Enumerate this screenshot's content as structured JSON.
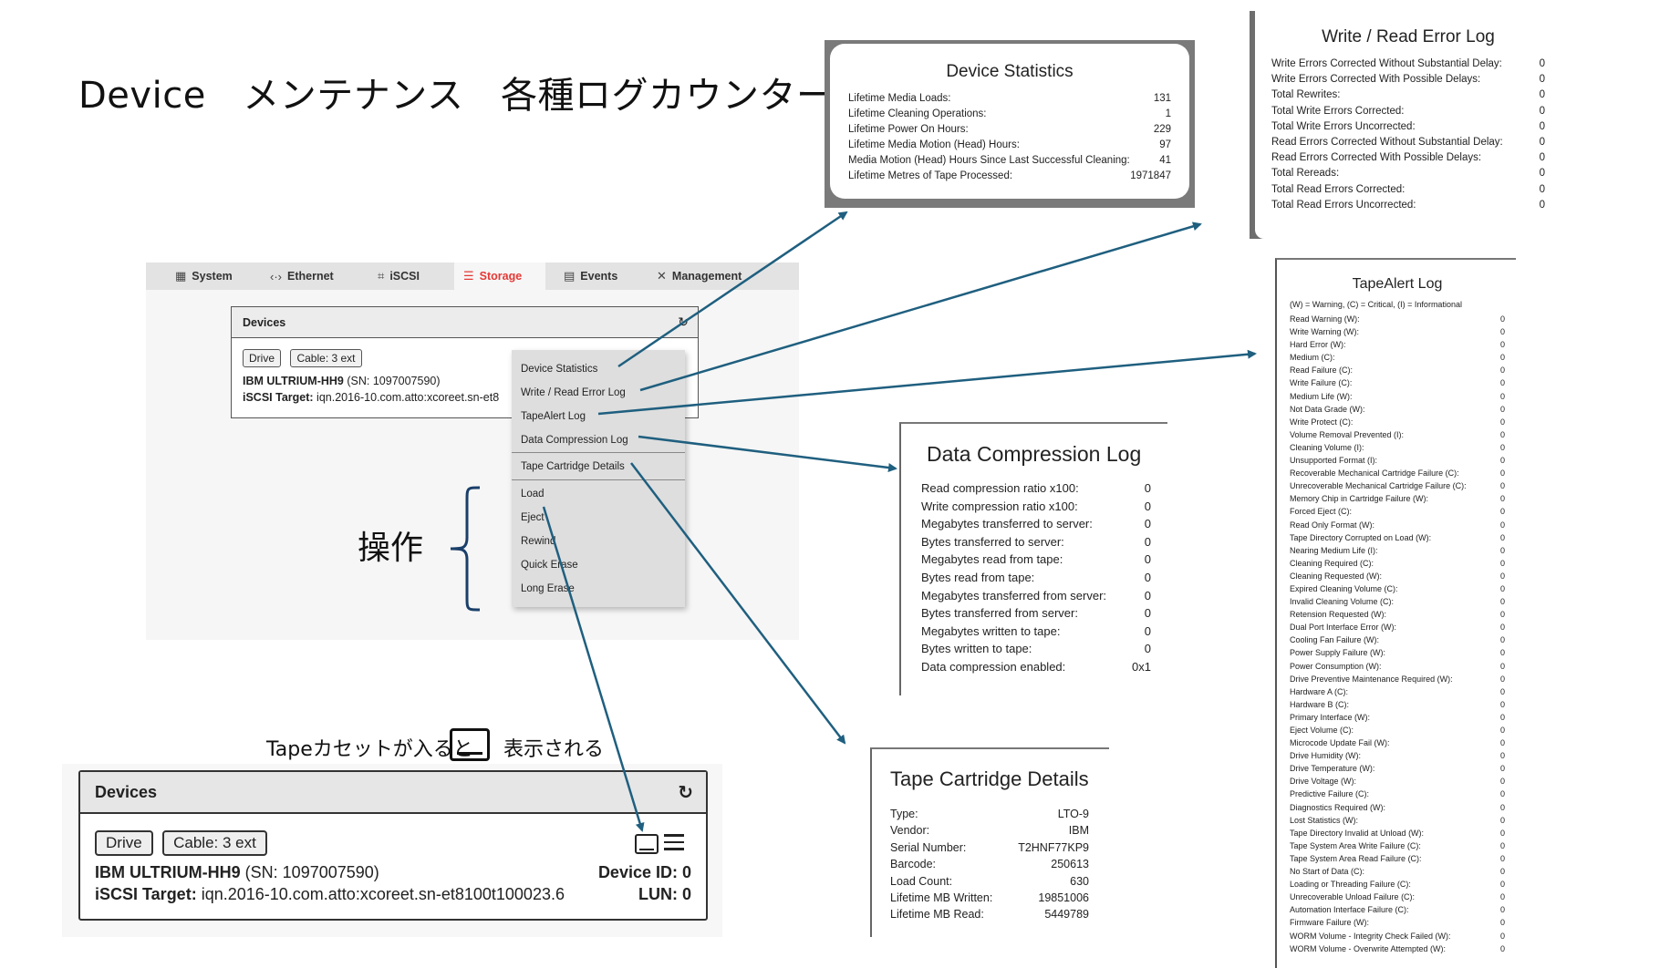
{
  "page_title": "Device　メンテナンス　各種ログカウンター",
  "nav": {
    "tabs": [
      {
        "label": "System",
        "icon": "system-icon"
      },
      {
        "label": "Ethernet",
        "icon": "ethernet-icon"
      },
      {
        "label": "iSCSI",
        "icon": "iscsi-icon"
      },
      {
        "label": "Storage",
        "icon": "storage-icon",
        "active": true
      },
      {
        "label": "Events",
        "icon": "events-icon"
      },
      {
        "label": "Management",
        "icon": "management-icon"
      }
    ]
  },
  "devices_small": {
    "title": "Devices",
    "chip_drive": "Drive",
    "chip_cable": "Cable: 3 ext",
    "model": "IBM ULTRIUM-HH9",
    "serial": "(SN: 1097007590)",
    "target_label": "iSCSI Target:",
    "target_value": "iqn.2016-10.com.atto:xcoreet.sn-et8"
  },
  "menu": {
    "items": [
      "Device Statistics",
      "Write / Read Error Log",
      "TapeAlert Log",
      "Data Compression Log"
    ],
    "cartridge": "Tape Cartridge Details",
    "operations": [
      "Load",
      "Eject",
      "Rewind",
      "Quick Erase",
      "Long Erase"
    ]
  },
  "operations_label": "操作",
  "tape_notice": {
    "before": "Tapeカセットが入ると",
    "after": "表示される"
  },
  "devices_big": {
    "title": "Devices",
    "chip_drive": "Drive",
    "chip_cable": "Cable: 3 ext",
    "model": "IBM ULTRIUM-HH9",
    "serial": "(SN: 1097007590)",
    "target_label": "iSCSI Target:",
    "target_value": "iqn.2016-10.com.atto:xcoreet.sn-et8100t100023.6",
    "device_id": "Device ID: 0",
    "lun": "LUN: 0"
  },
  "device_statistics": {
    "title": "Device Statistics",
    "rows": [
      {
        "label": "Lifetime Media Loads:",
        "value": "131"
      },
      {
        "label": "Lifetime Cleaning Operations:",
        "value": "1"
      },
      {
        "label": "Lifetime Power On Hours:",
        "value": "229"
      },
      {
        "label": "Lifetime Media Motion (Head) Hours:",
        "value": "97"
      },
      {
        "label": "Media Motion (Head) Hours Since Last Successful Cleaning:",
        "value": "41"
      },
      {
        "label": "Lifetime Metres of Tape Processed:",
        "value": "1971847"
      }
    ]
  },
  "write_read_error_log": {
    "title": "Write / Read Error Log",
    "rows": [
      {
        "label": "Write Errors Corrected Without Substantial Delay:",
        "value": "0"
      },
      {
        "label": "Write Errors Corrected With Possible Delays:",
        "value": "0"
      },
      {
        "label": "Total Rewrites:",
        "value": "0"
      },
      {
        "label": "Total Write Errors Corrected:",
        "value": "0"
      },
      {
        "label": "Total Write Errors Uncorrected:",
        "value": "0"
      },
      {
        "label": "Read Errors Corrected Without Substantial Delay:",
        "value": "0"
      },
      {
        "label": "Read Errors Corrected With Possible Delays:",
        "value": "0"
      },
      {
        "label": "Total Rereads:",
        "value": "0"
      },
      {
        "label": "Total Read Errors Corrected:",
        "value": "0"
      },
      {
        "label": "Total Read Errors Uncorrected:",
        "value": "0"
      }
    ]
  },
  "tapealert_log": {
    "title": "TapeAlert Log",
    "legend": "(W) = Warning, (C) = Critical, (I) = Informational",
    "rows": [
      {
        "label": "Read Warning (W):",
        "value": "0"
      },
      {
        "label": "Write Warning (W):",
        "value": "0"
      },
      {
        "label": "Hard Error (W):",
        "value": "0"
      },
      {
        "label": "Medium (C):",
        "value": "0"
      },
      {
        "label": "Read Failure (C):",
        "value": "0"
      },
      {
        "label": "Write Failure (C):",
        "value": "0"
      },
      {
        "label": "Medium Life (W):",
        "value": "0"
      },
      {
        "label": "Not Data Grade (W):",
        "value": "0"
      },
      {
        "label": "Write Protect (C):",
        "value": "0"
      },
      {
        "label": "Volume Removal Prevented (I):",
        "value": "0"
      },
      {
        "label": "Cleaning Volume (I):",
        "value": "0"
      },
      {
        "label": "Unsupported Format (I):",
        "value": "0"
      },
      {
        "label": "Recoverable Mechanical Cartridge Failure (C):",
        "value": "0"
      },
      {
        "label": "Unrecoverable Mechanical Cartridge Failure (C):",
        "value": "0"
      },
      {
        "label": "Memory Chip in Cartridge Failure (W):",
        "value": "0"
      },
      {
        "label": "Forced Eject (C):",
        "value": "0"
      },
      {
        "label": "Read Only Format (W):",
        "value": "0"
      },
      {
        "label": "Tape Directory Corrupted on Load (W):",
        "value": "0"
      },
      {
        "label": "Nearing Medium Life (I):",
        "value": "0"
      },
      {
        "label": "Cleaning Required (C):",
        "value": "0"
      },
      {
        "label": "Cleaning Requested (W):",
        "value": "0"
      },
      {
        "label": "Expired Cleaning Volume (C):",
        "value": "0"
      },
      {
        "label": "Invalid Cleaning Volume (C):",
        "value": "0"
      },
      {
        "label": "Retension Requested (W):",
        "value": "0"
      },
      {
        "label": "Dual Port Interface Error (W):",
        "value": "0"
      },
      {
        "label": "Cooling Fan Failure (W):",
        "value": "0"
      },
      {
        "label": "Power Supply Failure (W):",
        "value": "0"
      },
      {
        "label": "Power Consumption (W):",
        "value": "0"
      },
      {
        "label": "Drive Preventive Maintenance Required (W):",
        "value": "0"
      },
      {
        "label": "Hardware A (C):",
        "value": "0"
      },
      {
        "label": "Hardware B (C):",
        "value": "0"
      },
      {
        "label": "Primary Interface (W):",
        "value": "0"
      },
      {
        "label": "Eject Volume (C):",
        "value": "0"
      },
      {
        "label": "Microcode Update Fail (W):",
        "value": "0"
      },
      {
        "label": "Drive Humidity (W):",
        "value": "0"
      },
      {
        "label": "Drive Temperature (W):",
        "value": "0"
      },
      {
        "label": "Drive Voltage (W):",
        "value": "0"
      },
      {
        "label": "Predictive Failure (C):",
        "value": "0"
      },
      {
        "label": "Diagnostics Required (W):",
        "value": "0"
      },
      {
        "label": "Lost Statistics (W):",
        "value": "0"
      },
      {
        "label": "Tape Directory Invalid at Unload (W):",
        "value": "0"
      },
      {
        "label": "Tape System Area Write Failure (C):",
        "value": "0"
      },
      {
        "label": "Tape System Area Read Failure (C):",
        "value": "0"
      },
      {
        "label": "No Start of Data (C):",
        "value": "0"
      },
      {
        "label": "Loading or Threading Failure (C):",
        "value": "0"
      },
      {
        "label": "Unrecoverable Unload Failure (C):",
        "value": "0"
      },
      {
        "label": "Automation Interface Failure (C):",
        "value": "0"
      },
      {
        "label": "Firmware Failure (W):",
        "value": "0"
      },
      {
        "label": "WORM Volume - Integrity Check Failed (W):",
        "value": "0"
      },
      {
        "label": "WORM Volume - Overwrite Attempted (W):",
        "value": "0"
      }
    ]
  },
  "data_compression_log": {
    "title": "Data Compression Log",
    "rows": [
      {
        "label": "Read compression ratio x100:",
        "value": "0"
      },
      {
        "label": "Write compression ratio x100:",
        "value": "0"
      },
      {
        "label": "Megabytes transferred to server:",
        "value": "0"
      },
      {
        "label": "Bytes transferred to server:",
        "value": "0"
      },
      {
        "label": "Megabytes read from tape:",
        "value": "0"
      },
      {
        "label": "Bytes read from tape:",
        "value": "0"
      },
      {
        "label": "Megabytes transferred from server:",
        "value": "0"
      },
      {
        "label": "Bytes transferred from server:",
        "value": "0"
      },
      {
        "label": "Megabytes written to tape:",
        "value": "0"
      },
      {
        "label": "Bytes written to tape:",
        "value": "0"
      },
      {
        "label": "Data compression enabled:",
        "value": "0x1"
      }
    ]
  },
  "tape_cartridge_details": {
    "title": "Tape Cartridge Details",
    "rows": [
      {
        "label": "Type:",
        "value": "LTO-9"
      },
      {
        "label": "Vendor:",
        "value": "IBM"
      },
      {
        "label": "Serial Number:",
        "value": "T2HNF77KP9"
      },
      {
        "label": "Barcode:",
        "value": "250613"
      },
      {
        "label": "Load Count:",
        "value": "630"
      },
      {
        "label": "Lifetime MB Written:",
        "value": "19851006"
      },
      {
        "label": "Lifetime MB Read:",
        "value": "5449789"
      }
    ]
  },
  "colors": {
    "accent": "#e53935",
    "arrow": "#1f5f7f"
  }
}
